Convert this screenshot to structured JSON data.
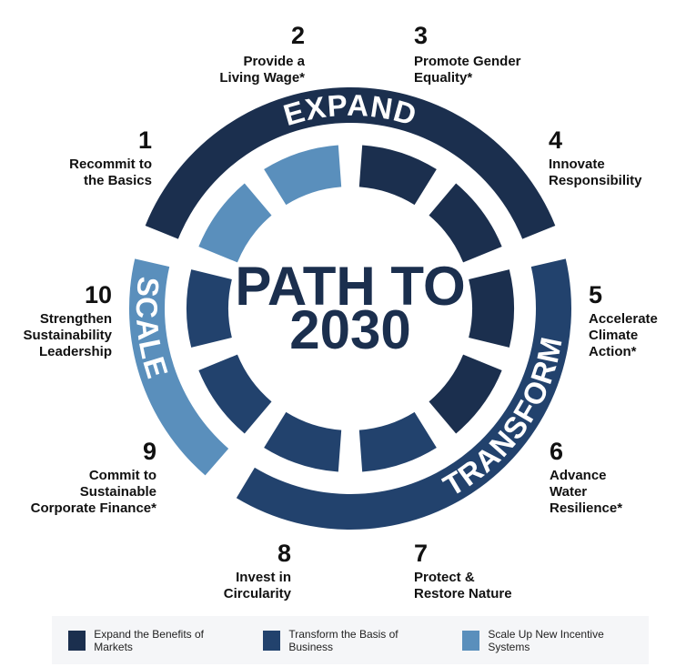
{
  "title": [
    "PATH TO",
    "2030"
  ],
  "rings": {
    "expand": "EXPAND",
    "transform": "TRANSFORM",
    "scale": "SCALE"
  },
  "colors": {
    "expand": "#1b2f4e",
    "transform": "#22426d",
    "scale": "#5a8fbc"
  },
  "goals": [
    {
      "num": "1",
      "lines": [
        "Recommit to",
        "the Basics"
      ]
    },
    {
      "num": "2",
      "lines": [
        "Provide a",
        "Living Wage*"
      ]
    },
    {
      "num": "3",
      "lines": [
        "Promote Gender",
        "Equality*"
      ]
    },
    {
      "num": "4",
      "lines": [
        "Innovate",
        "Responsibility"
      ]
    },
    {
      "num": "5",
      "lines": [
        "Accelerate",
        "Climate",
        "Action*"
      ]
    },
    {
      "num": "6",
      "lines": [
        "Advance",
        "Water",
        "Resilience*"
      ]
    },
    {
      "num": "7",
      "lines": [
        "Protect &",
        "Restore Nature"
      ]
    },
    {
      "num": "8",
      "lines": [
        "Invest in",
        "Circularity"
      ]
    },
    {
      "num": "9",
      "lines": [
        "Commit to",
        "Sustainable",
        "Corporate Finance*"
      ]
    },
    {
      "num": "10",
      "lines": [
        "Strengthen",
        "Sustainability",
        "Leadership"
      ]
    }
  ],
  "legend": [
    {
      "label": "Expand the Benefits of Markets",
      "color": "#1b2f4e"
    },
    {
      "label": "Transform the Basis of Business",
      "color": "#22426d"
    },
    {
      "label": "Scale Up New Incentive Systems",
      "color": "#5a8fbc"
    }
  ]
}
